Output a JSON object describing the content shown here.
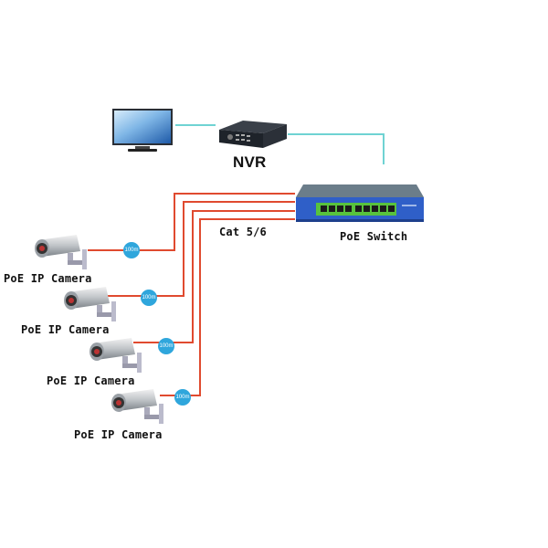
{
  "diagram": {
    "title": "PoE Switch network topology",
    "colors": {
      "cat_cable": "#e04a2f",
      "hdmi_cable": "#6fd3d3",
      "badge": "#2fa6dc",
      "switch_body": "#2f5fc8",
      "switch_top": "#6b7d8a",
      "port_panel": "#58c23d"
    },
    "nodes": {
      "monitor": {
        "label": "",
        "icon": "monitor-icon"
      },
      "nvr": {
        "label": "NVR",
        "icon": "nvr-icon"
      },
      "switch": {
        "label": "PoE Switch",
        "icon": "switch-icon",
        "ports": 9
      },
      "cameras": [
        {
          "label": "PoE IP Camera",
          "badge": "100m",
          "icon": "camera-icon"
        },
        {
          "label": "PoE IP Camera",
          "badge": "100m",
          "icon": "camera-icon"
        },
        {
          "label": "PoE IP Camera",
          "badge": "100m",
          "icon": "camera-icon"
        },
        {
          "label": "PoE IP Camera",
          "badge": "100m",
          "icon": "camera-icon"
        }
      ]
    },
    "cable_label": "Cat 5/6",
    "edges": [
      {
        "from": "monitor",
        "to": "nvr",
        "type": "video"
      },
      {
        "from": "nvr",
        "to": "switch",
        "type": "network"
      },
      {
        "from": "camera-1",
        "to": "switch",
        "type": "Cat 5/6"
      },
      {
        "from": "camera-2",
        "to": "switch",
        "type": "Cat 5/6"
      },
      {
        "from": "camera-3",
        "to": "switch",
        "type": "Cat 5/6"
      },
      {
        "from": "camera-4",
        "to": "switch",
        "type": "Cat 5/6"
      }
    ]
  }
}
